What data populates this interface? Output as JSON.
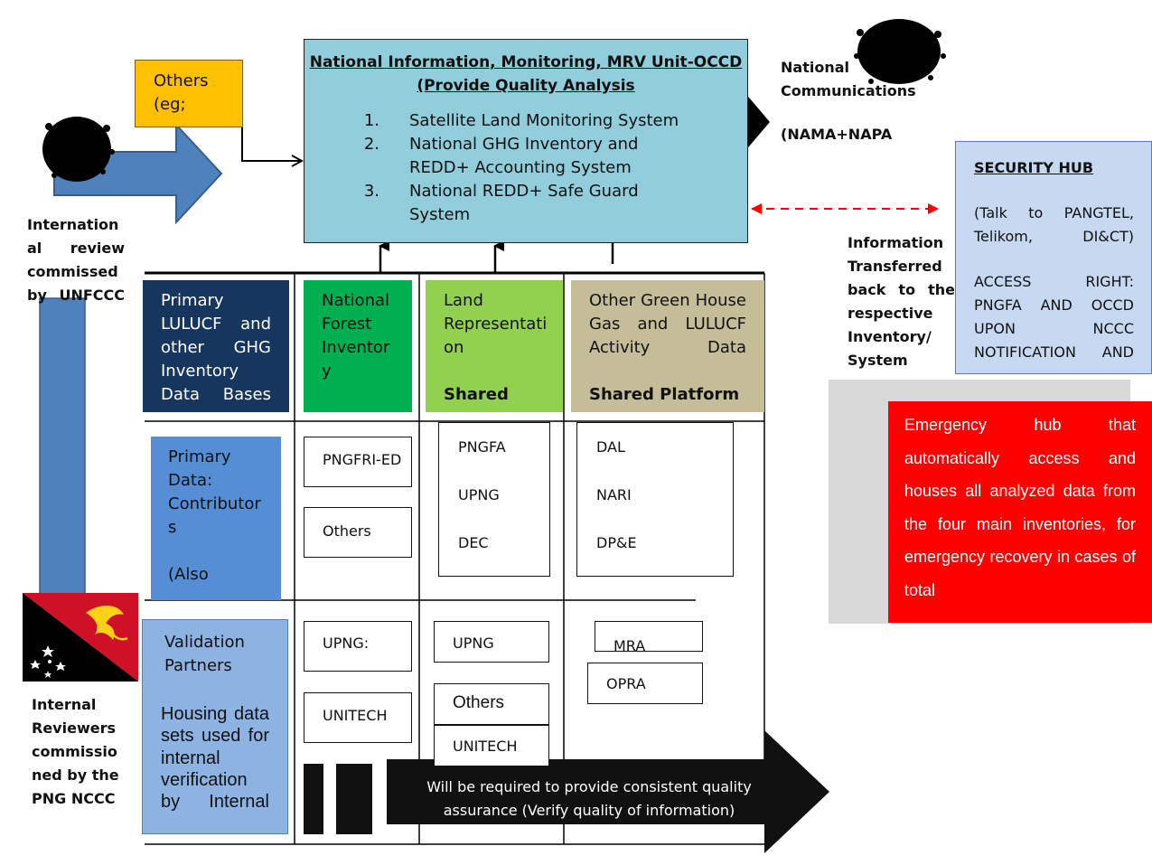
{
  "central_unit": {
    "title_line1": "National Information, Monitoring, MRV Unit-OCCD",
    "title_line2": "(Provide Quality Analysis",
    "items": [
      {
        "num": "1.",
        "text": "Satellite Land Monitoring System"
      },
      {
        "num": "2.",
        "text": "National GHG Inventory and REDD+ Accounting System"
      },
      {
        "num": "3.",
        "text": "National REDD+ Safe Guard System"
      }
    ]
  },
  "others_box": {
    "line1": "Others",
    "line2": "(eg;"
  },
  "national_comms": {
    "line1": "National",
    "line2": "Communications",
    "line3": "(NAMA+NAPA"
  },
  "security_hub": {
    "title": "SECURITY HUB",
    "talk_text": "(Talk to PANGTEL, Telikom, DI&CT)",
    "access_text": "ACCESS RIGHT: PNGFA AND OCCD UPON NCCC NOTIFICATION AND"
  },
  "info_transferred": {
    "text": "Information Transferred back to the respective Inventory/ System"
  },
  "emergency_hub": {
    "text": "Emergency hub that automatically access and houses all analyzed data from the four main inventories, for emergency recovery in cases of total"
  },
  "international_review": {
    "text": "Internation al review commissed by UNFCCC"
  },
  "internal_reviewers": {
    "text": "Internal Reviewers commissio ned by the PNG NCCC"
  },
  "columns": {
    "primary_lulucf": "Primary LULUCF and other GHG Inventory Data Bases",
    "national_forest": "National Forest Inventor y",
    "land_rep": "Land Representati on",
    "land_rep_shared": "Shared",
    "other_ghg": "Other Green House Gas and LULUCF Activity Data",
    "other_ghg_shared": "Shared Platform"
  },
  "contributors": {
    "label": "Primary Data: Contributor s",
    "also": "(Also",
    "nfi": [
      "PNGFRI-ED",
      "Others"
    ],
    "land": [
      "PNGFA",
      "UPNG",
      "DEC"
    ],
    "other": [
      "DAL",
      "NARI",
      "DP&E"
    ]
  },
  "validation": {
    "label": "Validation Partners",
    "housing": "Housing data sets used for internal verification by Internal",
    "nfi": [
      "UPNG:",
      "UNITECH"
    ],
    "land": [
      "UPNG",
      "Others",
      "UNITECH"
    ],
    "other": [
      "MRA",
      "OPRA"
    ]
  },
  "qa_arrow": {
    "text": "Will be required to provide consistent quality assurance (Verify quality of information)"
  },
  "colors": {
    "central": "#92cddc",
    "others": "#ffc000",
    "security": "#c6d9f1",
    "emergency": "#ff0000",
    "primary_navy": "#17365d",
    "forest_green": "#00b050",
    "land_green": "#92d050",
    "tan": "#c4bd97",
    "contrib_blue": "#558ed5",
    "valid_blue": "#8db3e2",
    "arrow_blue": "#4f81bd"
  }
}
